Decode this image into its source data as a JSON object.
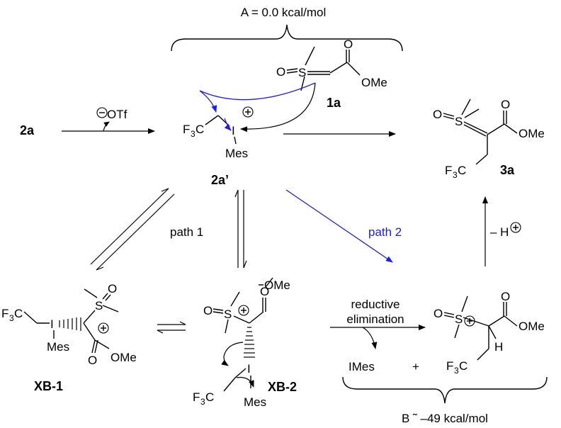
{
  "energy_a": "A = 0.0 kcal/mol",
  "energy_b": "B ˜ –49 kcal/mol",
  "compounds": {
    "c2a": "2a",
    "c2a_prime": "2a’",
    "c1a": "1a",
    "c3a": "3a",
    "xb1": "XB-1",
    "xb2": "XB-2"
  },
  "reagents": {
    "otf": "OTf",
    "minus_h": "– H",
    "reductive": "reductive",
    "elimination": "elimination",
    "imes": "IMes",
    "plus": "+"
  },
  "paths": {
    "path1": "path 1",
    "path2": "path 2"
  },
  "atoms": {
    "O": "O",
    "S": "S",
    "I": "I",
    "H": "H",
    "OMe": "OMe",
    "F": "F",
    "C": "C",
    "three": "3",
    "Mes": "Mes"
  },
  "colors": {
    "path2_blue": "#1a1aff"
  }
}
